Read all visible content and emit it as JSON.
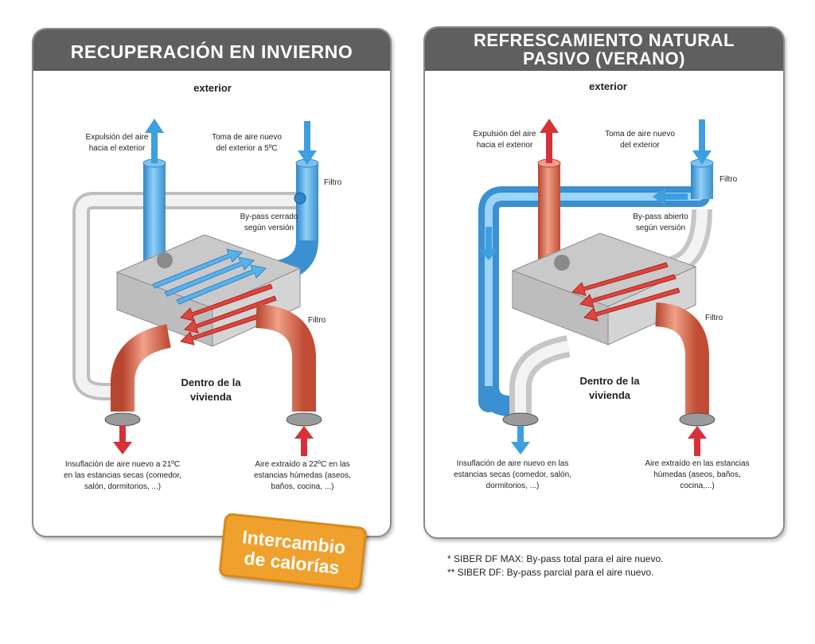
{
  "left_panel": {
    "title": "RECUPERACIÓN EN INVIERNO",
    "exterior": "exterior",
    "expulsion_1": "Expulsión del aire",
    "expulsion_2": "hacia el exterior",
    "toma_1": "Toma de aire nuevo",
    "toma_2": "del exterior a 5ºC",
    "filtro_top": "Filtro",
    "bypass_1": "By-pass cerrado",
    "bypass_2": "según versión",
    "filtro_bottom": "Filtro",
    "inside_1": "Dentro de la",
    "inside_2": "vivienda",
    "insuf_1": "Insuflación de aire nuevo a 21ºC",
    "insuf_2": "en las estancias secas (comedor,",
    "insuf_3": "salón, dormitorios, ...)",
    "extr_1": "Aire extraído a 22ºC en las",
    "extr_2": "estancias húmedas (aseos,",
    "extr_3": "baños, cocina, ...)"
  },
  "right_panel": {
    "title_1": "REFRESCAMIENTO NATURAL",
    "title_2": "PASIVO (VERANO)",
    "exterior": "exterior",
    "expulsion_1": "Expulsión del aire",
    "expulsion_2": "hacia el exterior",
    "toma_1": "Toma de aire nuevo",
    "toma_2": "del exterior",
    "filtro_top": "Filtro",
    "bypass_1": "By-pass abierto",
    "bypass_2": "según versión",
    "filtro_bottom": "Filtro",
    "inside_1": "Dentro de la",
    "inside_2": "vivienda",
    "insuf_1": "Insuflación de aire nuevo en las",
    "insuf_2": "estancias secas (comedor, salón,",
    "insuf_3": "dormitorios, ...)",
    "extr_1": "Aire extraído en las estancias",
    "extr_2": "húmedas (aseos, baños,",
    "extr_3": "cocina,...)"
  },
  "stamp": {
    "line_1": "Intercambio",
    "line_2": "de calorías"
  },
  "notes": {
    "line_1": "* SIBER DF MAX: By-pass total para el aire nuevo.",
    "line_2": "** SIBER DF: By-pass parcial para el aire nuevo."
  },
  "colors": {
    "header": "#5f5f5f",
    "blue_duct": "#4aa6e0",
    "red_duct": "#d9604a",
    "arrow_blue": "#3d9ee0",
    "arrow_red": "#d6303a",
    "grey_duct": "#e6e6e6",
    "stamp": "#f0a02c"
  }
}
